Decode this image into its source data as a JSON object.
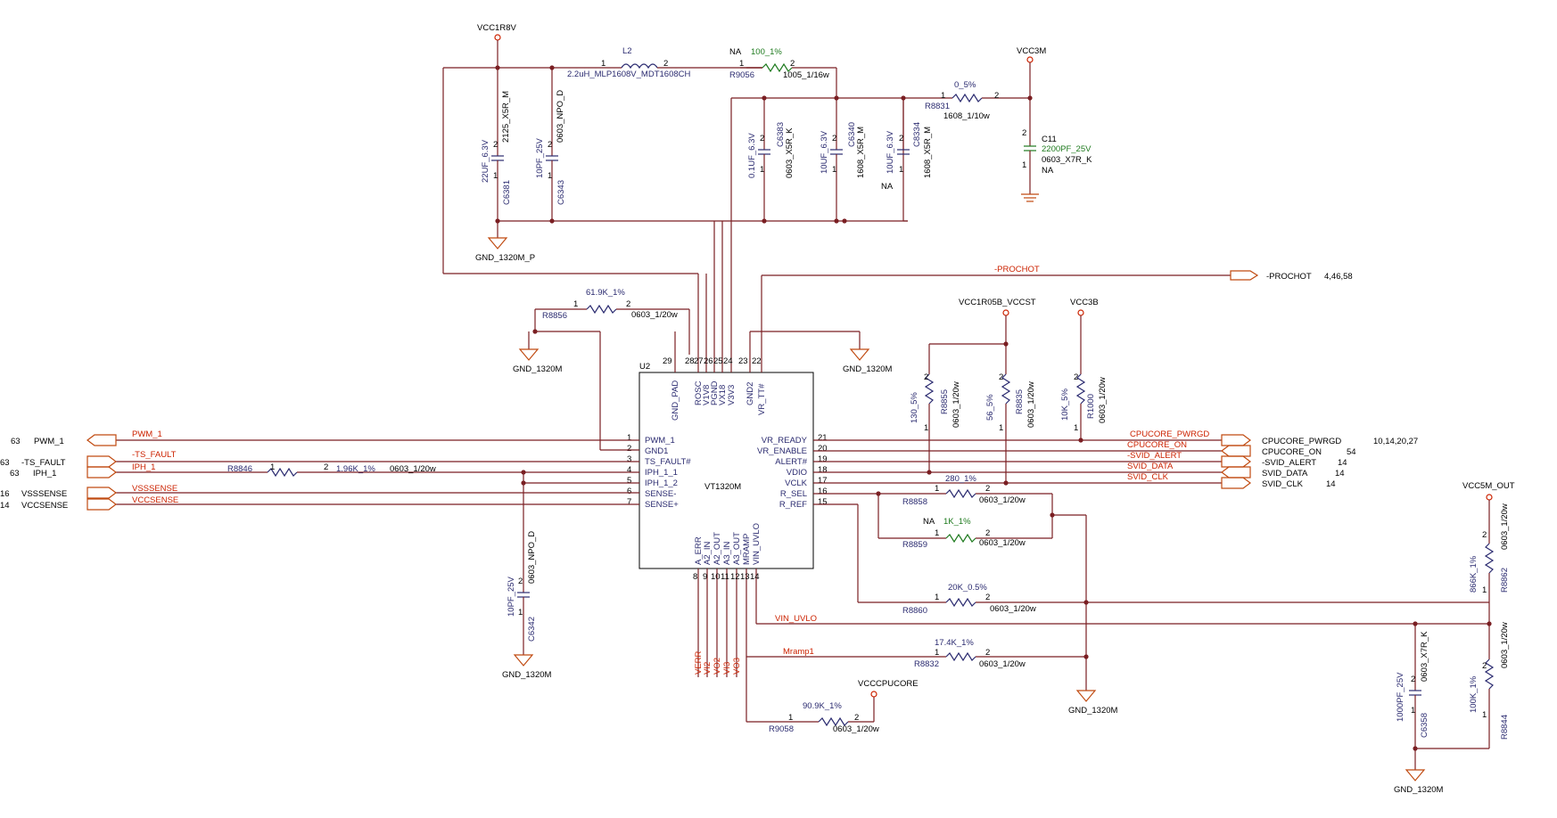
{
  "rails": {
    "vcc1r8v": "VCC1R8V",
    "vcc3m": "VCC3M",
    "vcc1r05b": "VCC1R05B_VCCST",
    "vcc3b": "VCC3B",
    "vcc5m_out": "VCC5M_OUT",
    "vcccpucore": "VCCCPUCORE"
  },
  "grounds": {
    "gnd_p": "GND_1320M_P",
    "gnd": "GND_1320M"
  },
  "ic": {
    "ref": "U2",
    "part": "VT1320M",
    "top_pins": [
      {
        "num": "29",
        "name": "GND_PAD"
      },
      {
        "num": "28",
        "name": "ROSC"
      },
      {
        "num": "27",
        "name": "V1V8"
      },
      {
        "num": "26",
        "name": "PGND"
      },
      {
        "num": "25",
        "name": "VX18"
      },
      {
        "num": "24",
        "name": "V3V3"
      },
      {
        "num": "23",
        "name": "GND2"
      },
      {
        "num": "22",
        "name": "VR_TT#"
      }
    ],
    "left_pins": [
      {
        "num": "1",
        "name": "PWM_1"
      },
      {
        "num": "2",
        "name": "GND1"
      },
      {
        "num": "3",
        "name": "TS_FAULT#"
      },
      {
        "num": "4",
        "name": "IPH_1_1"
      },
      {
        "num": "5",
        "name": "IPH_1_2"
      },
      {
        "num": "6",
        "name": "SENSE-"
      },
      {
        "num": "7",
        "name": "SENSE+"
      }
    ],
    "right_pins": [
      {
        "num": "21",
        "name": "VR_READY"
      },
      {
        "num": "20",
        "name": "VR_ENABLE"
      },
      {
        "num": "19",
        "name": "ALERT#"
      },
      {
        "num": "18",
        "name": "VDIO"
      },
      {
        "num": "17",
        "name": "VCLK"
      },
      {
        "num": "16",
        "name": "R_SEL"
      },
      {
        "num": "15",
        "name": "R_REF"
      }
    ],
    "bottom_pins": [
      {
        "num": "8",
        "name": "A_ERR"
      },
      {
        "num": "9",
        "name": "A2_IN"
      },
      {
        "num": "10",
        "name": "A2_OUT"
      },
      {
        "num": "11",
        "name": "A3_IN"
      },
      {
        "num": "12",
        "name": "A3_OUT"
      },
      {
        "num": "13",
        "name": "MRAMP"
      },
      {
        "num": "14",
        "name": "VIN_UVLO"
      }
    ]
  },
  "inductor": {
    "ref": "L2",
    "pin1": "1",
    "pin2": "2",
    "value": "2.2uH_MLP1608V_MDT1608CH"
  },
  "resistors": {
    "r9056": {
      "ref": "R9056",
      "value": "100_1%",
      "pkg": "1005_1/16w",
      "na": "NA",
      "p1": "1",
      "p2": "2"
    },
    "r8831": {
      "ref": "R8831",
      "value": "0_5%",
      "pkg": "1608_1/10w",
      "p1": "1",
      "p2": "2"
    },
    "r8856": {
      "ref": "R8856",
      "value": "61.9K_1%",
      "pkg": "0603_1/20w",
      "p1": "1",
      "p2": "2"
    },
    "r8846": {
      "ref": "R8846",
      "value": "1.96K_1%",
      "pkg": "0603_1/20w",
      "p1": "1",
      "p2": "2"
    },
    "r8855": {
      "ref": "R8855",
      "value": "130_5%",
      "pkg": "0603_1/20w",
      "p1": "1",
      "p2": "2"
    },
    "r8835": {
      "ref": "R8835",
      "value": "56_5%",
      "pkg": "0603_1/20w",
      "p1": "1",
      "p2": "2"
    },
    "r1000": {
      "ref": "R1000",
      "value": "10K_5%",
      "pkg": "0603_1/20w",
      "p1": "1",
      "p2": "2"
    },
    "r8858": {
      "ref": "R8858",
      "value": "280_1%",
      "pkg": "0603_1/20w",
      "p1": "1",
      "p2": "2"
    },
    "r8859": {
      "ref": "R8859",
      "value": "1K_1%",
      "pkg": "0603_1/20w",
      "na": "NA",
      "p1": "1",
      "p2": "2"
    },
    "r8860": {
      "ref": "R8860",
      "value": "20K_0.5%",
      "pkg": "0603_1/20w",
      "p1": "1",
      "p2": "2"
    },
    "r8832": {
      "ref": "R8832",
      "value": "17.4K_1%",
      "pkg": "0603_1/20w",
      "p1": "1",
      "p2": "2"
    },
    "r9058": {
      "ref": "R9058",
      "value": "90.9K_1%",
      "pkg": "0603_1/20w",
      "p1": "1",
      "p2": "2"
    },
    "r8862": {
      "ref": "R8862",
      "value": "866K_1%",
      "pkg": "0603_1/20w",
      "p1": "1",
      "p2": "2"
    },
    "r8844": {
      "ref": "R8844",
      "value": "100K_1%",
      "pkg": "0603_1/20w",
      "p1": "1",
      "p2": "2"
    }
  },
  "capacitors": {
    "c6381": {
      "ref": "C6381",
      "value": "22UF_6.3V",
      "pkg": "2125_X5R_M",
      "p1": "1",
      "p2": "2"
    },
    "c6343": {
      "ref": "C6343",
      "value": "10PF_25V",
      "pkg": "0603_NPO_D",
      "p1": "1",
      "p2": "2"
    },
    "c6383": {
      "ref": "C6383",
      "value": "0.1UF_6.3V",
      "pkg": "0603_X5R_K",
      "p1": "1",
      "p2": "2"
    },
    "c6340": {
      "ref": "C6340",
      "value": "10UF_6.3V",
      "pkg": "1608_X5R_M",
      "p1": "1",
      "p2": "2"
    },
    "c8334": {
      "ref": "C8334",
      "value": "10UF_6.3V",
      "pkg": "1608_X5R_M",
      "na": "NA",
      "p1": "1",
      "p2": "2"
    },
    "c11": {
      "ref": "C11",
      "value": "2200PF_25V",
      "pkg": "0603_X7R_K",
      "na": "NA",
      "p1": "1",
      "p2": "2"
    },
    "c6342": {
      "ref": "C6342",
      "value": "10PF_25V",
      "pkg": "0603_NPO_D",
      "p1": "1",
      "p2": "2"
    },
    "c6358": {
      "ref": "C6358",
      "value": "1000PF_25V",
      "pkg": "0603_X7R_K",
      "p1": "1",
      "p2": "2"
    }
  },
  "nets": {
    "prochot": "-PROCHOT",
    "pwm_1": "PWM_1",
    "ts_fault": "-TS_FAULT",
    "iph_1": "IPH_1",
    "vsssense": "VSSSENSE",
    "vccsense": "VCCSENSE",
    "cpucore_pwrgd": "CPUCORE_PWRGD",
    "cpucore_on": "CPUCORE_ON",
    "svid_alert": "-SVID_ALERT",
    "svid_data": "SVID_DATA",
    "svid_clk": "SVID_CLK",
    "vin_uvlo": "VIN_UVLO",
    "mramp1": "Mramp1",
    "verr": "VERR",
    "vi2": "VI2",
    "vo2": "VO2",
    "vi3": "VI3",
    "vo3": "VO3"
  },
  "offpage_left": [
    {
      "page": "63",
      "name": "PWM_1"
    },
    {
      "page": "63",
      "name": "-TS_FAULT"
    },
    {
      "page": "63",
      "name": "IPH_1"
    },
    {
      "page": "16",
      "name": "VSSSENSE"
    },
    {
      "page": "14",
      "name": "VCCSENSE"
    }
  ],
  "offpage_right": [
    {
      "name": "CPUCORE_PWRGD",
      "pages": "10,14,20,27"
    },
    {
      "name": "CPUCORE_ON",
      "pages": "54"
    },
    {
      "name": "-SVID_ALERT",
      "pages": "14"
    },
    {
      "name": "SVID_DATA",
      "pages": "14"
    },
    {
      "name": "SVID_CLK",
      "pages": "14"
    }
  ],
  "prochot_offpage": {
    "name": "-PROCHOT",
    "pages": "4,46,58"
  }
}
